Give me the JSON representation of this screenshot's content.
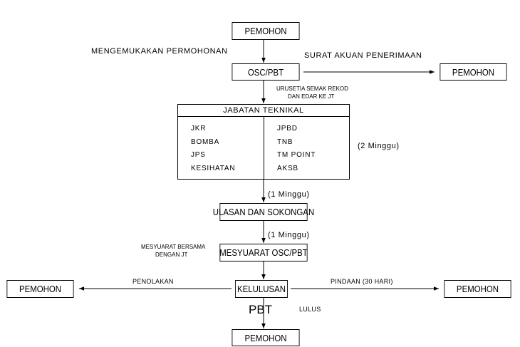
{
  "boxes": {
    "pemohon_top": "PEMOHON",
    "osc_pbt": "OSC/PBT",
    "pemohon_right_top": "PEMOHON",
    "ulasan": "ULASAN DAN SOKONGAN",
    "mesyuarat": "MESYUARAT OSC/PBT",
    "pemohon_left": "PEMOHON",
    "kelulusan": "KELULUSAN",
    "pemohon_right": "PEMOHON",
    "pemohon_bottom": "PEMOHON"
  },
  "labels": {
    "mengemukakan": "MENGEMUKAKAN PERMOHONAN",
    "surat_akuan": "SURAT AKUAN PENERIMAAN",
    "urusetia_line1": "URUSETIA SEMAK REKOD",
    "urusetia_line2": "DAN EDAR KE JT",
    "dua_minggu": "(2 Minggu)",
    "satu_minggu_a": "(1 Minggu)",
    "satu_minggu_b": "(1 Minggu)",
    "mesyuarat_bersama_line1": "MESYUARAT BERSAMA",
    "mesyuarat_bersama_line2": "DENGAN JT",
    "penolakan": "PENOLAKAN",
    "pindaan": "PINDAAN (30 HARI)",
    "pbt": "PBT",
    "lulus": "LULUS"
  },
  "jabatan_teknikal": {
    "title": "JABATAN TEKNIKAL",
    "left": [
      "JKR",
      "BOMBA",
      "JPS",
      "KESIHATAN"
    ],
    "right": [
      "JPBD",
      "TNB",
      "TM POINT",
      "AKSB"
    ]
  }
}
